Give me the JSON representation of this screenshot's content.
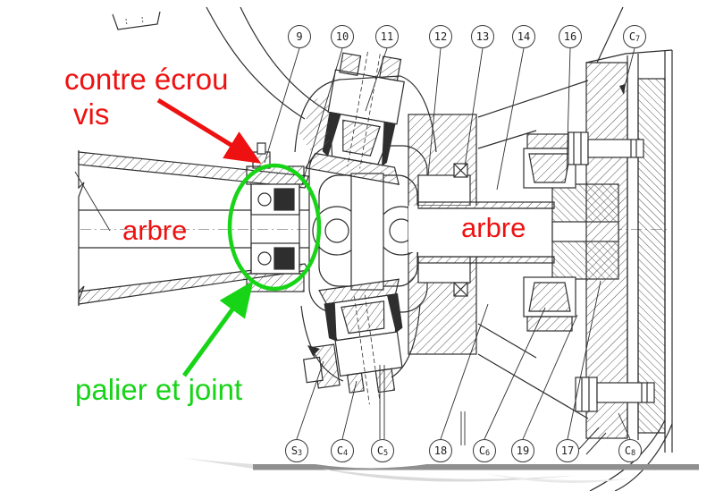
{
  "figure": {
    "language": "fr",
    "kind": "technical cross-section drawing"
  },
  "annotations": {
    "contre_ecrou": "contre écrou",
    "vis": "vis",
    "arbre_left": "arbre",
    "arbre_right": "arbre",
    "palier_et_joint": "palier et joint"
  },
  "callouts": {
    "top": [
      {
        "text": "9",
        "sub": ""
      },
      {
        "text": "10",
        "sub": ""
      },
      {
        "text": "11",
        "sub": ""
      },
      {
        "text": "12",
        "sub": ""
      },
      {
        "text": "13",
        "sub": ""
      },
      {
        "text": "14",
        "sub": ""
      },
      {
        "text": "16",
        "sub": ""
      },
      {
        "text": "C",
        "sub": "7"
      }
    ],
    "bottom": [
      {
        "text": "S",
        "sub": "3"
      },
      {
        "text": "C",
        "sub": "4"
      },
      {
        "text": "C",
        "sub": "5"
      },
      {
        "text": "18",
        "sub": ""
      },
      {
        "text": "C",
        "sub": "6"
      },
      {
        "text": "19",
        "sub": ""
      },
      {
        "text": "17",
        "sub": ""
      },
      {
        "text": "C",
        "sub": "8"
      }
    ]
  },
  "colors": {
    "annotation_red": "#ee1111",
    "annotation_green": "#17d417",
    "line": "#2e2e2e",
    "shadow_gray": "#8f8f8f"
  }
}
